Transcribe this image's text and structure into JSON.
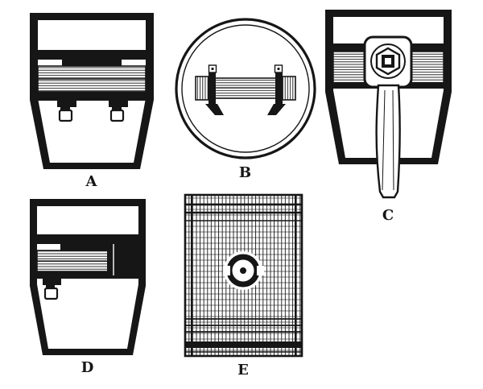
{
  "page": {
    "background": "#ffffff",
    "ink": "#161616"
  },
  "figures": [
    {
      "label": "A"
    },
    {
      "label": "B"
    },
    {
      "label": "C"
    },
    {
      "label": "D"
    },
    {
      "label": "E"
    }
  ]
}
